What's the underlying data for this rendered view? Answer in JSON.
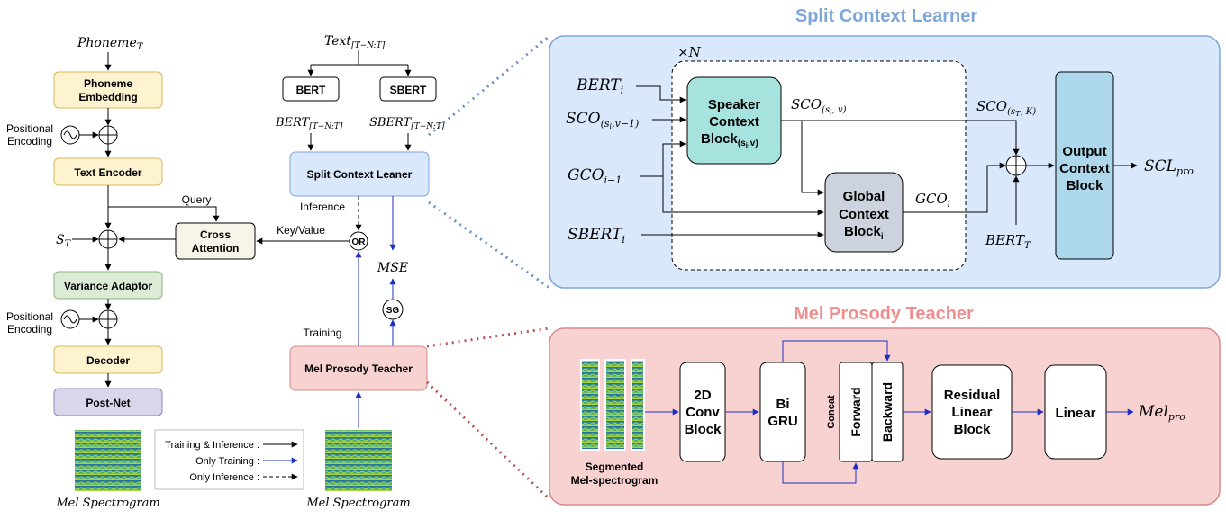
{
  "labels": {
    "phoneme_t": "Phoneme",
    "phoneme_sub": "T",
    "phoneme_embedding_1": "Phoneme",
    "phoneme_embedding_2": "Embedding",
    "positional_1": "Positional",
    "encoding_1": "Encoding",
    "text_encoder": "Text Encoder",
    "query": "Query",
    "s_t": "S",
    "s_t_sub": "T",
    "cross_attention_1": "Cross",
    "cross_attention_2": "Attention",
    "key_value": "Key/Value",
    "variance_adaptor": "Variance Adaptor",
    "positional_2": "Positional",
    "encoding_2": "Encoding",
    "decoder": "Decoder",
    "post_net": "Post-Net",
    "mel_spectrogram_left": "Mel Spectrogram",
    "mel_spectrogram_mid": "Mel Spectrogram",
    "text_range": "Text",
    "text_range_sub": "[T−N:T]",
    "bert": "BERT",
    "sbert": "SBERT",
    "bert_range": "BERT",
    "bert_range_sub": "[T−N:T]",
    "sbert_range": "SBERT",
    "sbert_range_sub": "[T−N:T]",
    "split_context_leaner": "Split Context Leaner",
    "inference": "Inference",
    "or": "OR",
    "mse": "MSE",
    "sg": "SG",
    "training": "Training",
    "mel_prosody_teacher_box": "Mel Prosody Teacher",
    "legend_train_inf": "Training & Inference :",
    "legend_only_train": "Only Training :",
    "legend_only_inf": "Only Inference :"
  },
  "scl": {
    "title": "Split Context Learner",
    "times_n": "×N",
    "bert_i": "BERT",
    "bert_i_sub": "i",
    "sco_prev": "SCO",
    "sco_prev_sub": "(s",
    "sco_prev_sub2": "i",
    "sco_prev_sub3": ",v−1)",
    "gco_prev": "GCO",
    "gco_prev_sub": "i−1",
    "sbert_i": "SBERT",
    "sbert_i_sub": "i",
    "speaker_1": "Speaker",
    "speaker_2": "Context",
    "speaker_3": "Block",
    "speaker_3_sub": "(s",
    "speaker_3_sub2": "i",
    "speaker_3_sub3": ",v)",
    "sco_out": "SCO",
    "sco_out_sub": "(s",
    "sco_out_sub2": "i",
    "sco_out_sub3": ", v)",
    "global_1": "Global",
    "global_2": "Context",
    "global_3": "Block",
    "global_3_sub": "i",
    "gco_out": "GCO",
    "gco_out_sub": "i",
    "sco_final": "SCO",
    "sco_final_sub": "(s",
    "sco_final_sub2": "T",
    "sco_final_sub3": ", K)",
    "bert_t": "BERT",
    "bert_t_sub": "T",
    "output_1": "Output",
    "output_2": "Context",
    "output_3": "Block",
    "scl_pro": "SCL",
    "scl_pro_sub": "pro"
  },
  "mpt": {
    "title": "Mel Prosody Teacher",
    "segmented_1": "Segmented",
    "segmented_2": "Mel-spectrogram",
    "conv_1": "2D",
    "conv_2": "Conv",
    "conv_3": "Block",
    "bigru_1": "Bi",
    "bigru_2": "GRU",
    "concat": "Concat",
    "forward": "Forward",
    "backward": "Backward",
    "residual_1": "Residual",
    "residual_2": "Linear",
    "residual_3": "Block",
    "linear": "Linear",
    "mel_pro": "Mel",
    "mel_pro_sub": "pro"
  },
  "colors": {
    "yellow_fill": "#fdf3cf",
    "yellow_stroke": "#d8b75a",
    "green_fill": "#dcebd5",
    "green_stroke": "#8bb479",
    "purple_fill": "#d9d5ea",
    "purple_stroke": "#8e86b8",
    "blue_box_fill": "#dae8fb",
    "blue_box_stroke": "#7ea6dc",
    "pink_box_fill": "#f8d1d1",
    "pink_box_stroke": "#d88989",
    "scl_title": "#7ea6dc",
    "mpt_title": "#ef8e8e",
    "teal": "#a6e3de",
    "cyan": "#add8ec",
    "training_arrow": "#1f2ec2"
  }
}
